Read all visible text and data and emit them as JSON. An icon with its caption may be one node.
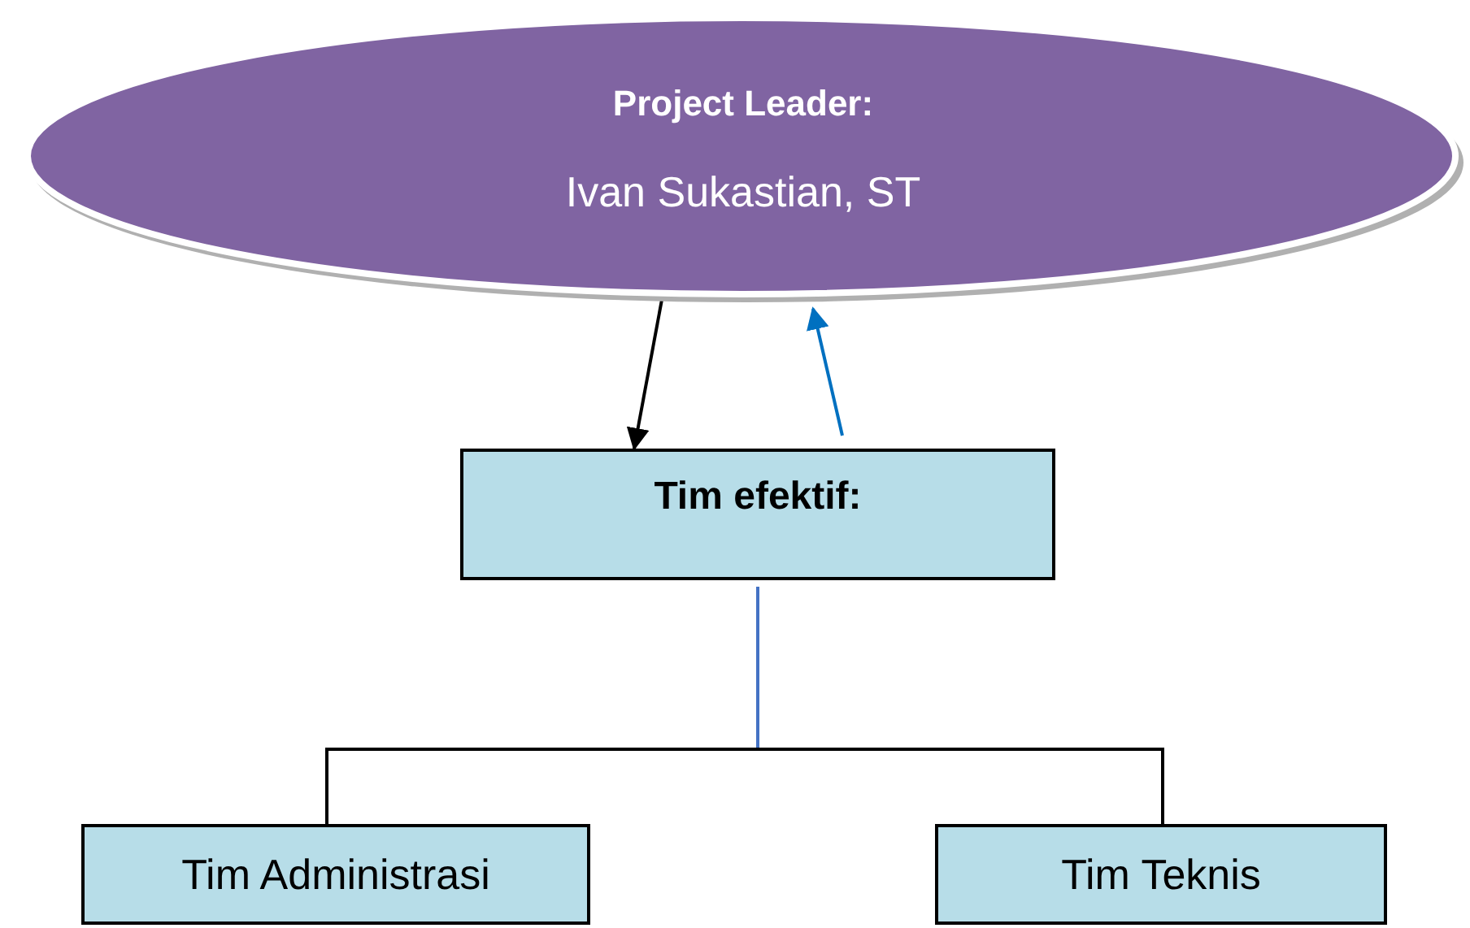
{
  "diagram": {
    "nodes": [
      {
        "text": [
          "Project Leader:",
          "Ivan Sukastian, ST"
        ]
      },
      {
        "text": [
          "Tim efektif:"
        ]
      },
      {
        "text": [
          "Tim Administrasi"
        ]
      },
      {
        "text": [
          "Tim Teknis"
        ]
      }
    ],
    "edges": [
      {
        "from": 0,
        "to": 1,
        "arrow": "to"
      },
      {
        "from": 1,
        "to": 0,
        "arrow": "to",
        "color": "#0070c0"
      },
      {
        "from": 1,
        "to": 2,
        "arrow": "none"
      },
      {
        "from": 1,
        "to": 3,
        "arrow": "none"
      }
    ]
  }
}
